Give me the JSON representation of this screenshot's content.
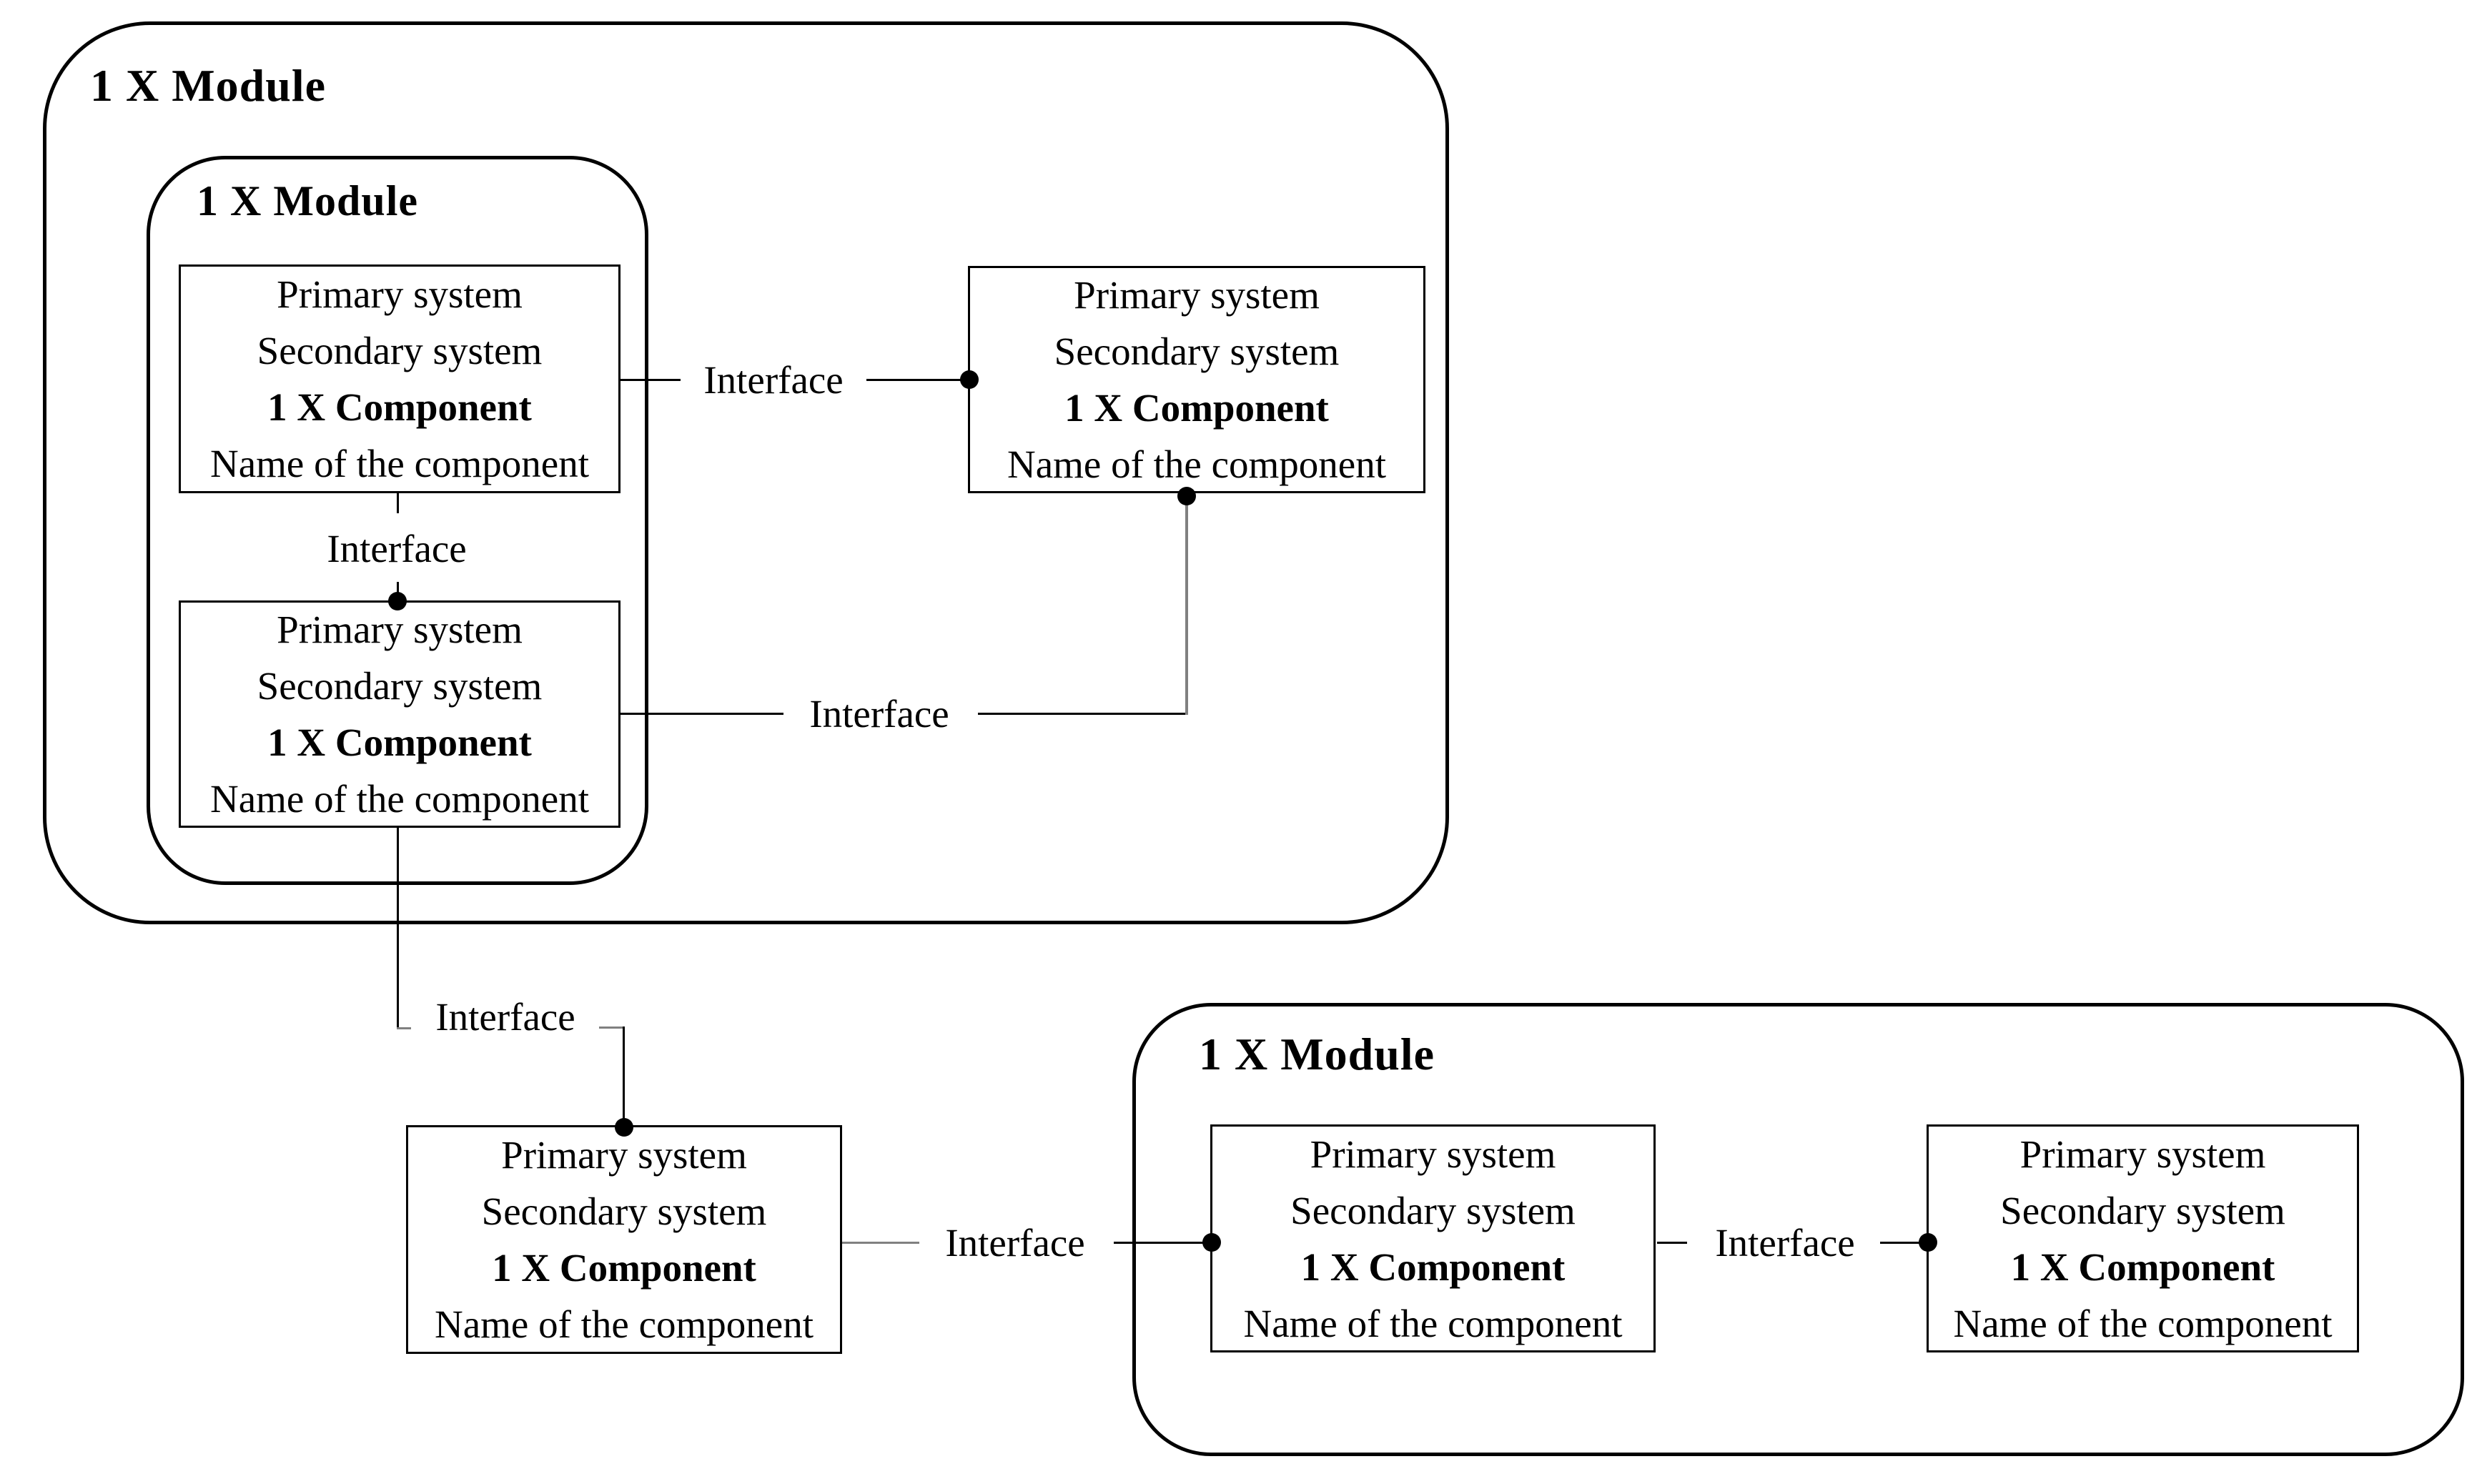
{
  "colors": {
    "background": "#ffffff",
    "line": "#000000",
    "gray_line": "#808080"
  },
  "modules": {
    "outer": {
      "title": "1 X Module"
    },
    "inner": {
      "title": "1 X Module"
    },
    "bottom": {
      "title": "1 X Module"
    }
  },
  "boxes": {
    "top_left": {
      "lines": [
        "Primary system",
        "Secondary system",
        "1 X Component",
        "Name of the component"
      ]
    },
    "top_right": {
      "lines": [
        "Primary system",
        "Secondary system",
        "1 X Component",
        "Name of the component"
      ]
    },
    "mid_left": {
      "lines": [
        "Primary system",
        "Secondary system",
        "1 X Component",
        "Name of the component"
      ]
    },
    "standalone": {
      "lines": [
        "Primary system",
        "Secondary system",
        "1 X Component",
        "Name of the component"
      ]
    },
    "bottom_left": {
      "lines": [
        "Primary system",
        "Secondary system",
        "1 X Component",
        "Name of the component"
      ]
    },
    "bottom_right": {
      "lines": [
        "Primary system",
        "Secondary system",
        "1 X Component",
        "Name of the component"
      ]
    }
  },
  "connectors": {
    "a_b": {
      "label": "Interface"
    },
    "a_c": {
      "label": "Interface"
    },
    "c_b": {
      "label": "Interface"
    },
    "c_d": {
      "label": "Interface"
    },
    "d_e": {
      "label": "Interface"
    },
    "e_f": {
      "label": "Interface"
    }
  }
}
